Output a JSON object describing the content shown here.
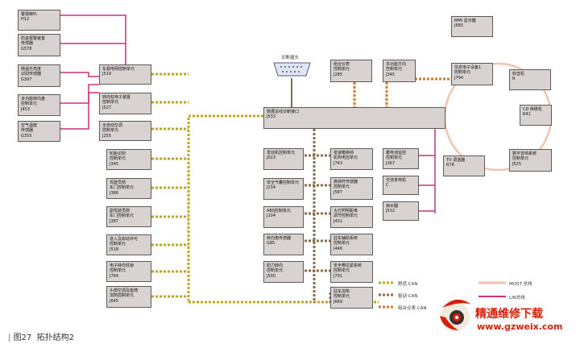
{
  "colors": {
    "lin": "#c8327f",
    "drive": "#c2a51f",
    "body": "#8b6b48",
    "comfort": "#cf7b2e",
    "most": "#f2c2ad",
    "node_fill": "#d8d3d0",
    "node_border": "#5d5a58",
    "caption_bar": "#2a6ab0",
    "logo_red": "#d81e06"
  },
  "diagnosis": {
    "label": "诊断插头",
    "connector_icon": "obd-connector-icon"
  },
  "nodes": {
    "lin_a": [
      "警报喇叭",
      "H12"
    ],
    "lin_b": [
      "防盗报警装置",
      "传感器",
      "G578"
    ],
    "lin_c": [
      "随温光亮度",
      "识别传感器",
      "G397"
    ],
    "lin_d": [
      "多功能转向盘",
      "控制单元",
      "J453"
    ],
    "lin_e": [
      "空气温度",
      "传感器",
      "G355"
    ],
    "gateway_left_1": [
      "车载电网控制单元",
      "J519"
    ],
    "gateway_left_2": [
      "转向柱电子装置",
      "控制单元",
      "J527"
    ],
    "gateway_left_3": [
      "全自动空调",
      "控制单元",
      "J255"
    ],
    "conv_1": [
      "轮胎识别",
      "控制单元",
      "J345"
    ],
    "conv_2": [
      "驾驶员侧",
      "车门控制单元",
      "J386"
    ],
    "conv_3": [
      "副驾驶员侧",
      "车门控制单元",
      "J387"
    ],
    "conv_4": [
      "进入及启动许可",
      "控制单元",
      "J518"
    ],
    "conv_5": [
      "电子转向柱锁",
      "控制单元",
      "J764"
    ],
    "conv_6": [
      "头部空调及座椅",
      "加热控制单元",
      "J645"
    ],
    "diag_if": [
      "数据总线诊断接口",
      "J533"
    ],
    "top_1": [
      "组合仪表",
      "控制单元",
      "J285"
    ],
    "top_2": [
      "多功能方向",
      "控制单元",
      "J345"
    ],
    "info_1": [
      "信息电子设备1",
      "控制单元",
      "J794"
    ],
    "mmi": [
      "MMI 显示器",
      "J685"
    ],
    "radio": [
      "收音机",
      "R"
    ],
    "cd": [
      "CD 换碟机",
      "R41"
    ],
    "dtv": [
      "数字音响系统",
      "控制单元",
      "J525"
    ],
    "tv": [
      "TV 调谐器",
      "R78"
    ],
    "mid_1": [
      "发动机控制单元",
      "J623"
    ],
    "mid_2": [
      "安全气囊控制单元",
      "J234"
    ],
    "mid_3": [
      "ABS控制单元",
      "J104"
    ],
    "mid_4": [
      "转向角传感器",
      "G85"
    ],
    "mid_5": [
      "助力转向",
      "控制单元",
      "J500"
    ],
    "right_1": [
      "变速箱换挡",
      "机构电控单元",
      "J743"
    ],
    "right_2": [
      "换挡杆传感器",
      "控制单元",
      "J587"
    ],
    "right_3": [
      "大灯照明距离",
      "调节控制单元",
      "J431"
    ],
    "right_4": [
      "驻车辅助系统",
      "控制单元",
      "J446"
    ],
    "right_5": [
      "安全带拉紧系统",
      "控制单元",
      "J791"
    ],
    "right_6": [
      "驻车加热",
      "控制单元",
      "J669"
    ],
    "lin_r1": [
      "蓄电池监控",
      "控制单元",
      "J367"
    ],
    "lin_r2": [
      "交流发电机",
      "C"
    ],
    "lin_r3": [
      "雨水器",
      "J532"
    ]
  },
  "legend": {
    "drive": "舒适 CAN",
    "body": "驱动 CAN",
    "comfort": "组合仪表 CAN",
    "most": "MOST 总线",
    "lin": "LIN总线"
  },
  "caption": {
    "bar": "|",
    "figure": "图27",
    "title": "拓扑结构2"
  },
  "logo": {
    "icon": "camera-eye-logo-icon",
    "title": "精通维修下载",
    "url": "www.gzweix.com"
  }
}
